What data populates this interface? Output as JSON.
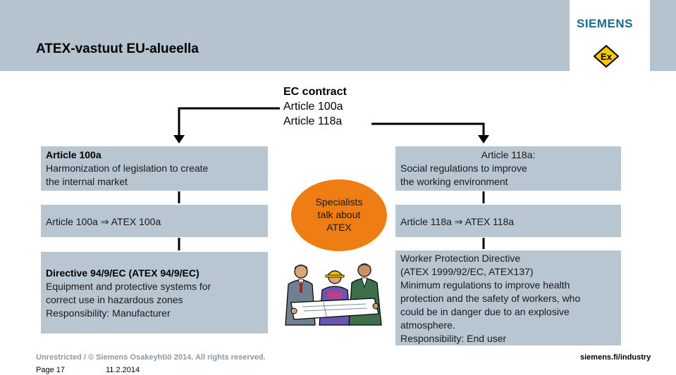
{
  "header": {
    "title": "ATEX-vastuut EU-alueella",
    "logo": "SIEMENS",
    "ex_mark": "Ex",
    "band_color": "#b4c3ce"
  },
  "ec_contract": {
    "title": "EC contract",
    "line1": "Article 100a",
    "line2": "Article 118a"
  },
  "left": {
    "box1": {
      "title": "Article 100a",
      "line1": "Harmonization of legislation to create",
      "line2": "the internal market"
    },
    "box2": {
      "text": "Article 100a ⇒ ATEX 100a"
    },
    "box3": {
      "title": "Directive 94/9/EC (ATEX 94/9/EC)",
      "line1": "Equipment and protective systems for",
      "line2": "correct use in hazardous zones",
      "line3": "Responsibility: Manufacturer"
    }
  },
  "center": {
    "oval_line1": "Specialists",
    "oval_line2": "talk about",
    "oval_line3": "ATEX",
    "oval_color": "#ee7d13",
    "illustration": "workers-reviewing-plans-illustration"
  },
  "right": {
    "box1": {
      "title": "Article 118a:",
      "line1": "Social regulations to improve",
      "line2": "the working environment"
    },
    "box2": {
      "text": "Article 118a ⇒ ATEX 118a"
    },
    "box3": {
      "line1": "Worker Protection Directive",
      "line2": "(ATEX 1999/92/EC, ATEX137)",
      "line3": "Minimum regulations to improve health",
      "line4": "protection and the safety of workers, who",
      "line5": "could be in danger due to an explosive",
      "line6": "atmosphere.",
      "line7": "Responsibility: End user"
    }
  },
  "box_color": "#b8c6d1",
  "footer": {
    "copyright": "Unrestricted / © Siemens Osakeyhtiö 2014. All rights reserved.",
    "page": "Page 17",
    "date": "11.2.2014",
    "url": "siemens.fi/industry"
  }
}
